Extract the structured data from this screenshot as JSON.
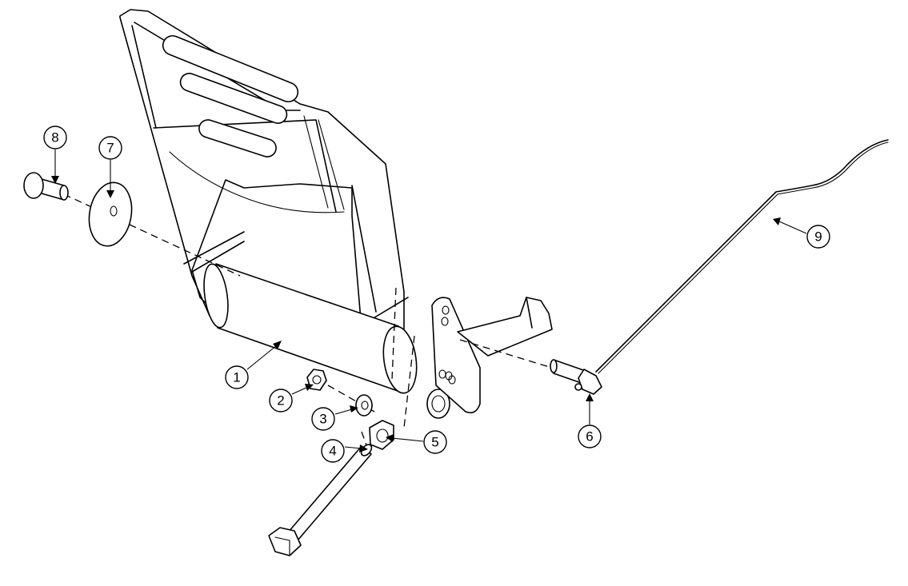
{
  "callouts": [
    {
      "id": "balloon-1",
      "label": "1"
    },
    {
      "id": "balloon-2",
      "label": "2"
    },
    {
      "id": "balloon-3",
      "label": "3"
    },
    {
      "id": "balloon-4",
      "label": "4"
    },
    {
      "id": "balloon-5",
      "label": "5"
    },
    {
      "id": "balloon-6",
      "label": "6"
    },
    {
      "id": "balloon-7",
      "label": "7"
    },
    {
      "id": "balloon-8",
      "label": "8"
    },
    {
      "id": "balloon-9",
      "label": "9"
    }
  ],
  "colors": {
    "line": "#000000",
    "background": "#ffffff"
  }
}
